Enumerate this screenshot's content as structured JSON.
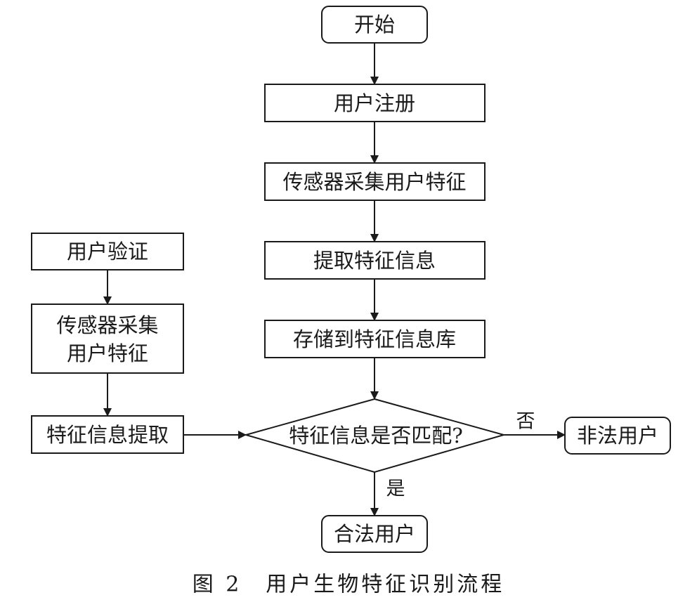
{
  "diagram": {
    "nodes": {
      "start": "开始",
      "register": "用户注册",
      "capture_register": "传感器采集用户特征",
      "extract": "提取特征信息",
      "store": "存储到特征信息库",
      "verify": "用户验证",
      "capture_verify_line1": "传感器采集",
      "capture_verify_line2": "用户特征",
      "extract_verify": "特征信息提取",
      "decision": "特征信息是否匹配?",
      "illegal": "非法用户",
      "legal": "合法用户"
    },
    "edge_labels": {
      "no": "否",
      "yes": "是"
    },
    "caption": "图 2　用户生物特征识别流程"
  }
}
